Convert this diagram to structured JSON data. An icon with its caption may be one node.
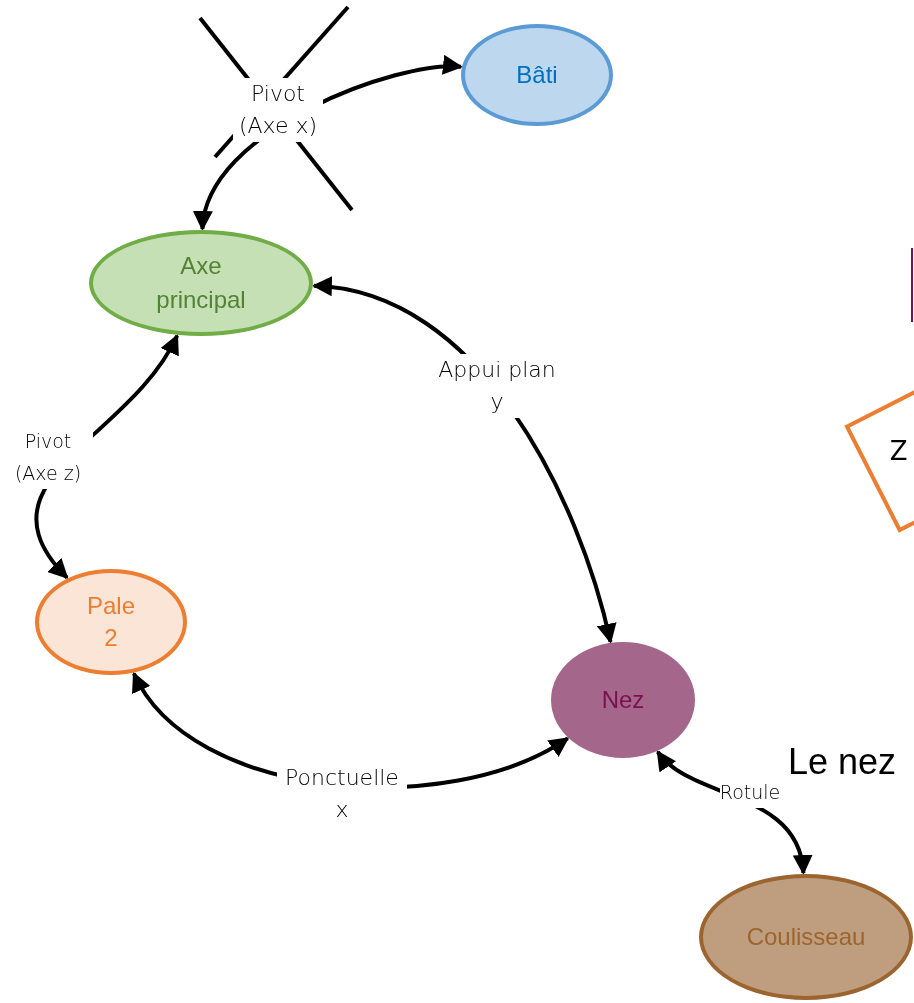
{
  "diagram": {
    "nodes": [
      {
        "text": [
          "Bâti"
        ]
      },
      {
        "text": [
          "Axe principal"
        ]
      },
      {
        "text": [
          "Pale 2"
        ]
      },
      {
        "text": [
          "Nez"
        ]
      },
      {
        "text": [
          "Coulisseau"
        ]
      },
      {
        "text": [],
        "shape": "box"
      },
      {
        "text": [
          "Z"
        ]
      }
    ],
    "edges": [
      {
        "from": 1,
        "to": 0,
        "arrow": "both",
        "label": "Pivot (Axe x)"
      },
      {
        "from": 1,
        "to": 3,
        "arrow": "both",
        "label": "Appui plan y"
      },
      {
        "from": 1,
        "to": 2,
        "arrow": "both",
        "label": "Pivot (Axe z)"
      },
      {
        "from": 2,
        "to": 3,
        "arrow": "both",
        "label": "Ponctuelle x"
      },
      {
        "from": 3,
        "to": 4,
        "arrow": "both",
        "label": "Rotule"
      }
    ],
    "labels": [
      "Le nez"
    ]
  }
}
